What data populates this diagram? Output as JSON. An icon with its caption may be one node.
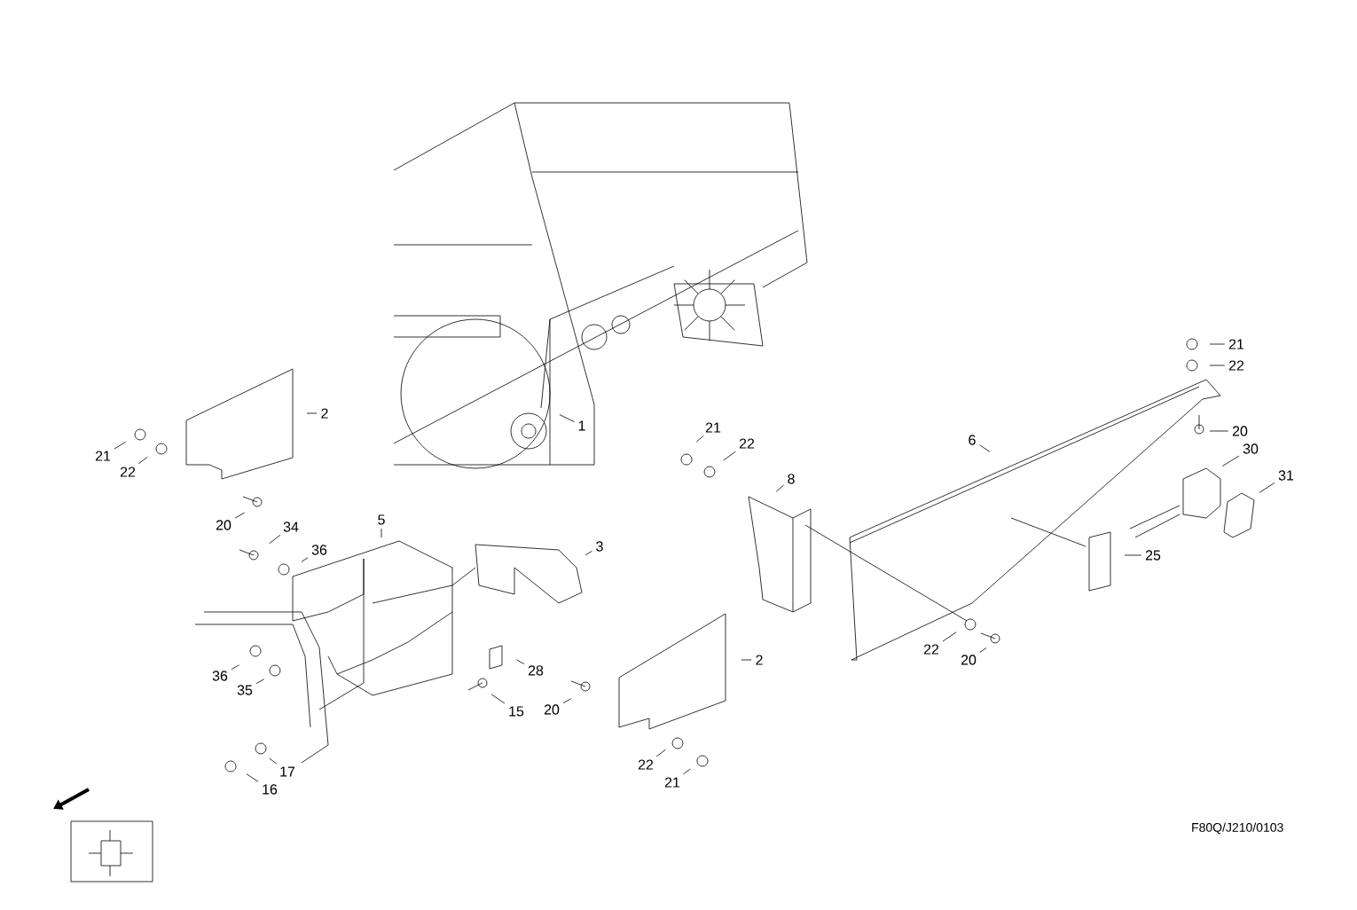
{
  "diagram": {
    "nodes": [
      {
        "text": [
          "1"
        ]
      },
      {
        "text": [
          "2"
        ]
      },
      {
        "text": [
          "21"
        ]
      },
      {
        "text": [
          "22"
        ]
      },
      {
        "text": [
          "20"
        ]
      },
      {
        "text": [
          "34"
        ]
      },
      {
        "text": [
          "36"
        ]
      },
      {
        "text": [
          "5"
        ]
      },
      {
        "text": [
          "3"
        ]
      },
      {
        "text": [
          "36"
        ]
      },
      {
        "text": [
          "35"
        ]
      },
      {
        "text": [
          "28"
        ]
      },
      {
        "text": [
          "15"
        ]
      },
      {
        "text": [
          "17"
        ]
      },
      {
        "text": [
          "16"
        ]
      },
      {
        "text": [
          "20"
        ]
      },
      {
        "text": [
          "2"
        ]
      },
      {
        "text": [
          "22"
        ]
      },
      {
        "text": [
          "21"
        ]
      },
      {
        "text": [
          "21"
        ]
      },
      {
        "text": [
          "22"
        ]
      },
      {
        "text": [
          "8"
        ]
      },
      {
        "text": [
          "6"
        ]
      },
      {
        "text": [
          "21"
        ]
      },
      {
        "text": [
          "22"
        ]
      },
      {
        "text": [
          "20"
        ]
      },
      {
        "text": [
          "30"
        ]
      },
      {
        "text": [
          "31"
        ]
      },
      {
        "text": [
          "25"
        ]
      },
      {
        "text": [
          "22"
        ]
      },
      {
        "text": [
          "20"
        ]
      }
    ],
    "edges": [
      {
        "from": 0,
        "to": null,
        "arrow": "none"
      },
      {
        "from": 1,
        "to": null,
        "arrow": "none"
      },
      {
        "from": 2,
        "to": null,
        "arrow": "none"
      },
      {
        "from": 3,
        "to": null,
        "arrow": "none"
      },
      {
        "from": 4,
        "to": null,
        "arrow": "none"
      },
      {
        "from": 5,
        "to": null,
        "arrow": "none"
      },
      {
        "from": 6,
        "to": null,
        "arrow": "none"
      },
      {
        "from": 7,
        "to": null,
        "arrow": "none"
      },
      {
        "from": 8,
        "to": null,
        "arrow": "none"
      },
      {
        "from": 9,
        "to": null,
        "arrow": "none"
      },
      {
        "from": 10,
        "to": null,
        "arrow": "none"
      },
      {
        "from": 11,
        "to": null,
        "arrow": "none"
      },
      {
        "from": 12,
        "to": null,
        "arrow": "none"
      },
      {
        "from": 13,
        "to": null,
        "arrow": "none"
      },
      {
        "from": 14,
        "to": null,
        "arrow": "none"
      },
      {
        "from": 15,
        "to": null,
        "arrow": "none"
      },
      {
        "from": 16,
        "to": null,
        "arrow": "none"
      },
      {
        "from": 17,
        "to": null,
        "arrow": "none"
      },
      {
        "from": 18,
        "to": null,
        "arrow": "none"
      },
      {
        "from": 19,
        "to": null,
        "arrow": "none"
      },
      {
        "from": 20,
        "to": null,
        "arrow": "none"
      },
      {
        "from": 21,
        "to": null,
        "arrow": "none"
      },
      {
        "from": 22,
        "to": null,
        "arrow": "none"
      },
      {
        "from": 23,
        "to": null,
        "arrow": "none"
      },
      {
        "from": 24,
        "to": null,
        "arrow": "none"
      },
      {
        "from": 25,
        "to": null,
        "arrow": "none"
      },
      {
        "from": 26,
        "to": null,
        "arrow": "none"
      },
      {
        "from": 27,
        "to": null,
        "arrow": "none"
      },
      {
        "from": 28,
        "to": null,
        "arrow": "none"
      },
      {
        "from": 29,
        "to": null,
        "arrow": "none"
      },
      {
        "from": 30,
        "to": null,
        "arrow": "none"
      }
    ],
    "labels": [
      "F80Q/J210/0103"
    ]
  }
}
